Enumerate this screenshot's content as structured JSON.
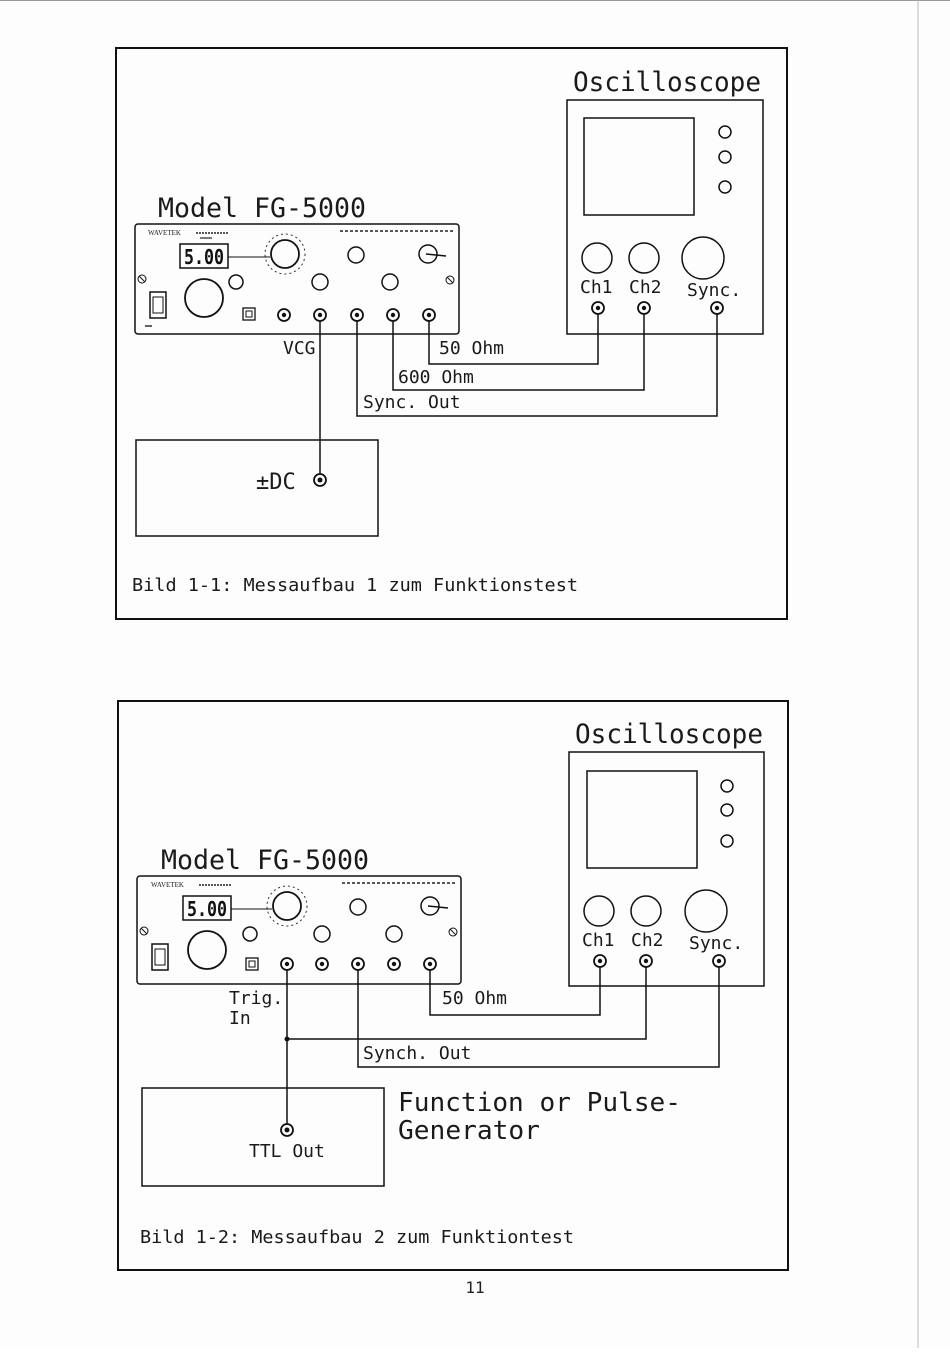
{
  "figure1": {
    "oscilloscope_label": "Oscilloscope",
    "model_label": "Model FG-5000",
    "brand": "WAVETEK",
    "display_value": "5.00",
    "channels": [
      "Ch1",
      "Ch2",
      "Sync."
    ],
    "vcg_label": "VCG",
    "wire_50_label": "50 Ohm",
    "wire_600_label": "600 Ohm",
    "wire_sync_label": "Sync. Out",
    "dc_source_label": "±DC",
    "caption": "Bild 1-1: Messaufbau 1 zum Funktionstest"
  },
  "figure2": {
    "oscilloscope_label": "Oscilloscope",
    "model_label": "Model FG-5000",
    "brand": "WAVETEK",
    "display_value": "5.00",
    "channels": [
      "Ch1",
      "Ch2",
      "Sync."
    ],
    "trig_label_line1": "Trig.",
    "trig_label_line2": "In",
    "wire_50_label": "50 Ohm",
    "wire_sync_label": "Synch. Out",
    "ttl_label": "TTL Out",
    "pulse_gen_line1": "Function or Pulse-",
    "pulse_gen_line2": "Generator",
    "caption": "Bild 1-2: Messaufbau 2 zum Funktiontest"
  },
  "page_number": "11"
}
